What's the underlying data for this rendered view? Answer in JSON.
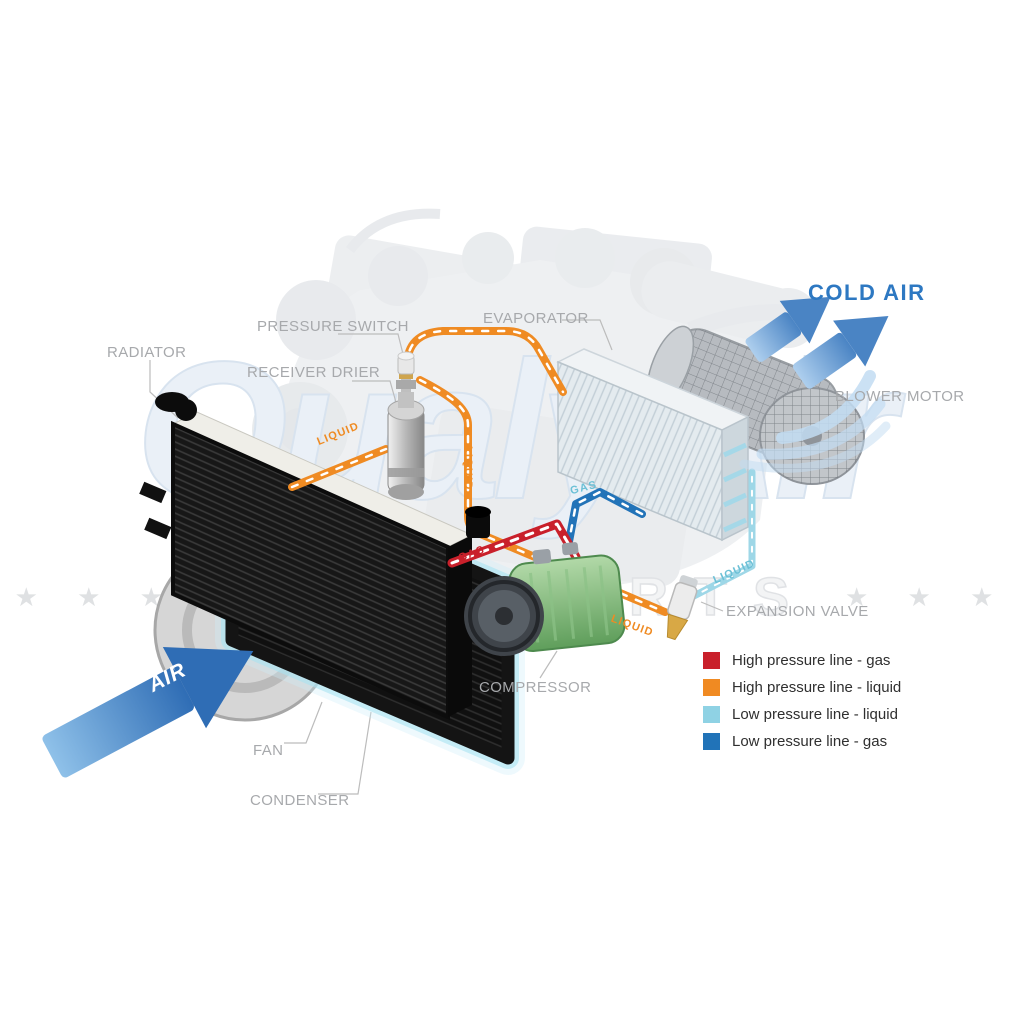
{
  "watermark": {
    "brand": "QualyAir",
    "stars_left": "★ ★ ★",
    "sub": "AUTO PARTS",
    "stars_right": "★ ★ ★"
  },
  "labels": {
    "radiator": "RADIATOR",
    "pressure_switch": "PRESSURE SWITCH",
    "receiver_drier": "RECEIVER DRIER",
    "evaporator": "EVAPORATOR",
    "cold_air": "COLD AIR",
    "blower_motor": "BLOWER MOTOR",
    "expansion_valve": "EXPANSION VALVE",
    "compressor": "COMPRESSOR",
    "fan": "FAN",
    "condenser": "CONDENSER",
    "air": "AIR"
  },
  "pipe_labels": {
    "liquid_condenser_out": "LIQUID",
    "liquid_drier_down": "LIQUID",
    "liquid_to_expansion": "LIQUID",
    "liquid_low_pressure": "LIQUID",
    "gas_high_pressure": "GAS",
    "gas_low_pressure": "GAS"
  },
  "legend": {
    "items": [
      {
        "label": "High pressure line - gas",
        "color": "#c9202b"
      },
      {
        "label": "High pressure line - liquid",
        "color": "#f08a22"
      },
      {
        "label": "Low pressure line - liquid",
        "color": "#8fd2e4"
      },
      {
        "label": "Low pressure line -  gas",
        "color": "#2173b8"
      }
    ]
  },
  "colors": {
    "high_gas": "#c9202b",
    "high_liquid": "#f08a22",
    "low_liquid": "#8fd2e4",
    "low_gas": "#2173b8",
    "label_gray": "#a7a9ac",
    "cold_air_blue": "#2d78c2"
  }
}
